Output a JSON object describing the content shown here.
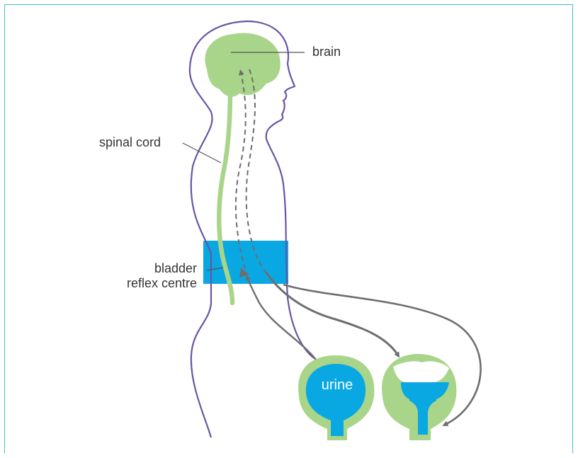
{
  "labels": {
    "brain": "brain",
    "spinal_cord": "spinal cord",
    "bladder_reflex_line1": "bladder",
    "bladder_reflex_line2": "reflex centre",
    "urine": "urine"
  },
  "colors": {
    "body_outline": "#6a55a4",
    "nerve_green": "#a9d58a",
    "reflex_band_blue": "#0aa8e3",
    "arrow_gray": "#6d6e70",
    "frame_border": "#3fbfc9"
  }
}
